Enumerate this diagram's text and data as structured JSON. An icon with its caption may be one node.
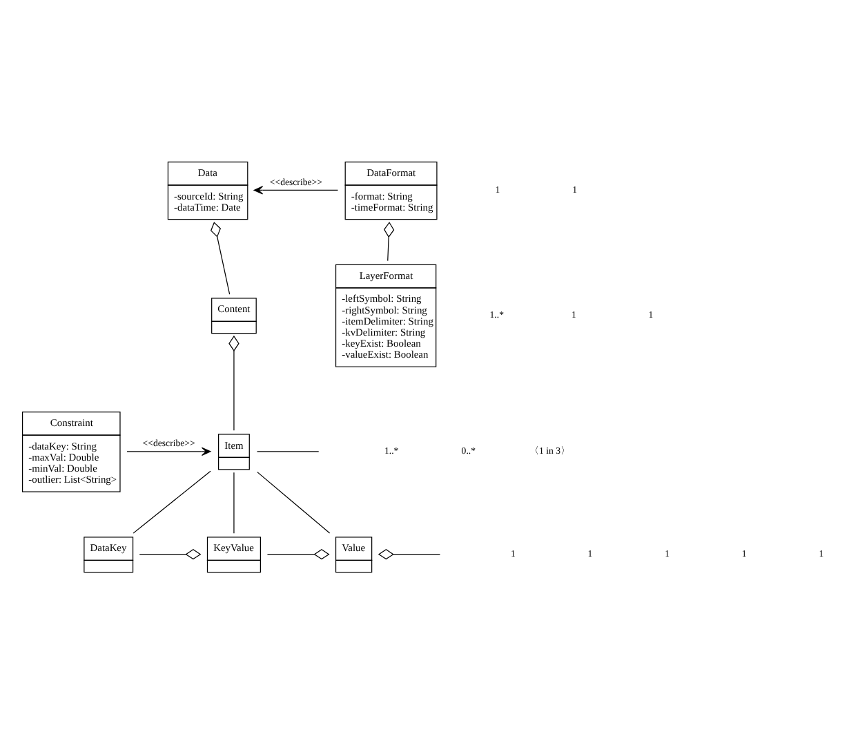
{
  "diagram": {
    "nodes": [
      {
        "text": [
          "Data",
          "-sourceId: String",
          "-dataTime: Date"
        ]
      },
      {
        "text": [
          "DataFormat",
          "-format: String",
          "-timeFormat: String"
        ]
      },
      {
        "text": [
          "Content"
        ]
      },
      {
        "text": [
          "LayerFormat",
          "-leftSymbol: String",
          "-rightSymbol: String",
          "-itemDelimiter: String",
          "-kvDelimiter: String",
          "-keyExist: Boolean",
          "-valueExist: Boolean"
        ]
      },
      {
        "text": [
          "Constraint",
          "-dataKey: String",
          "-maxVal: Double",
          "-minVal: Double",
          "-outlier: List<String>"
        ]
      },
      {
        "text": [
          "Item"
        ]
      },
      {
        "text": [
          "DataKey"
        ]
      },
      {
        "text": [
          "KeyValue"
        ]
      },
      {
        "text": [
          "Value"
        ]
      }
    ],
    "edges": [
      {
        "from": 1,
        "to": 0,
        "arrow": "to",
        "label": "<<describe>>"
      },
      {
        "from": 0,
        "to": 2,
        "arrow": "other"
      },
      {
        "from": 1,
        "to": 3,
        "arrow": "other"
      },
      {
        "from": 2,
        "to": 5,
        "arrow": "other"
      },
      {
        "from": 4,
        "to": 5,
        "arrow": "to",
        "label": "<<describe>>"
      },
      {
        "from": 5,
        "to": null,
        "arrow": "none"
      },
      {
        "from": 5,
        "to": 6,
        "arrow": "none"
      },
      {
        "from": 5,
        "to": 7,
        "arrow": "none"
      },
      {
        "from": 5,
        "to": 8,
        "arrow": "none"
      },
      {
        "from": 7,
        "to": 6,
        "arrow": "other"
      },
      {
        "from": 8,
        "to": 7,
        "arrow": "other"
      },
      {
        "from": 8,
        "to": null,
        "arrow": "other"
      }
    ],
    "labels": [
      "1",
      "1..*",
      "1",
      "1",
      "1",
      "1..*",
      "0..*",
      "〈1 in 3〉",
      "1",
      "1",
      "1",
      "1",
      "1"
    ]
  }
}
